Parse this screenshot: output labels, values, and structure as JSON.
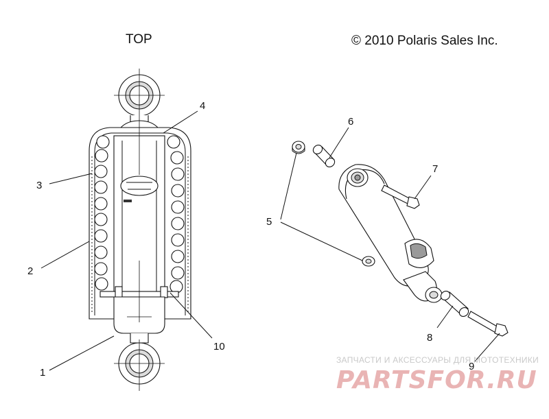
{
  "header": {
    "view_label": "TOP",
    "copyright": "© 2010 Polaris Sales Inc."
  },
  "callouts": {
    "c1": "1",
    "c2": "2",
    "c3": "3",
    "c4": "4",
    "c5": "5",
    "c6": "6",
    "c7": "7",
    "c8": "8",
    "c9": "9",
    "c10": "10"
  },
  "watermark": {
    "caption": "ЗАПЧАСТИ И АКСЕССУАРЫ ДЛЯ МОТОТЕХНИКИ",
    "brand": "PARTSFOR.RU"
  }
}
